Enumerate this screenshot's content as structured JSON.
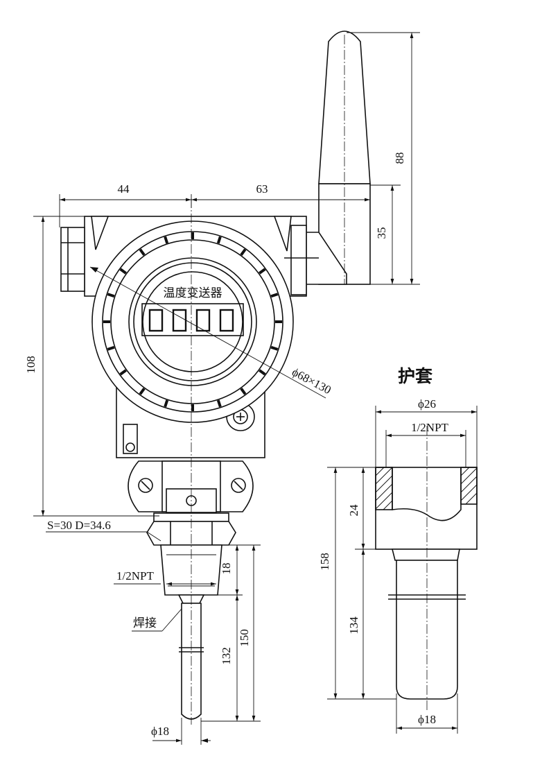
{
  "dimensions": {
    "width_left": "44",
    "width_right": "63",
    "height_total": "108",
    "antenna_total": "88",
    "antenna_base": "35",
    "housing_dia": "ϕ68×130",
    "hex": "S=30  D=34.6",
    "thread": "1/2NPT",
    "thread_len": "18",
    "probe_len": "132",
    "total_len": "150",
    "probe_dia": "ϕ18"
  },
  "labels": {
    "display_title": "温度变送器",
    "weld": "焊接"
  },
  "sheath": {
    "title": "护套",
    "outer_dia": "ϕ26",
    "thread": "1/2NPT",
    "total_len": "158",
    "head_len": "24",
    "tube_len": "134",
    "tube_dia": "ϕ18"
  }
}
